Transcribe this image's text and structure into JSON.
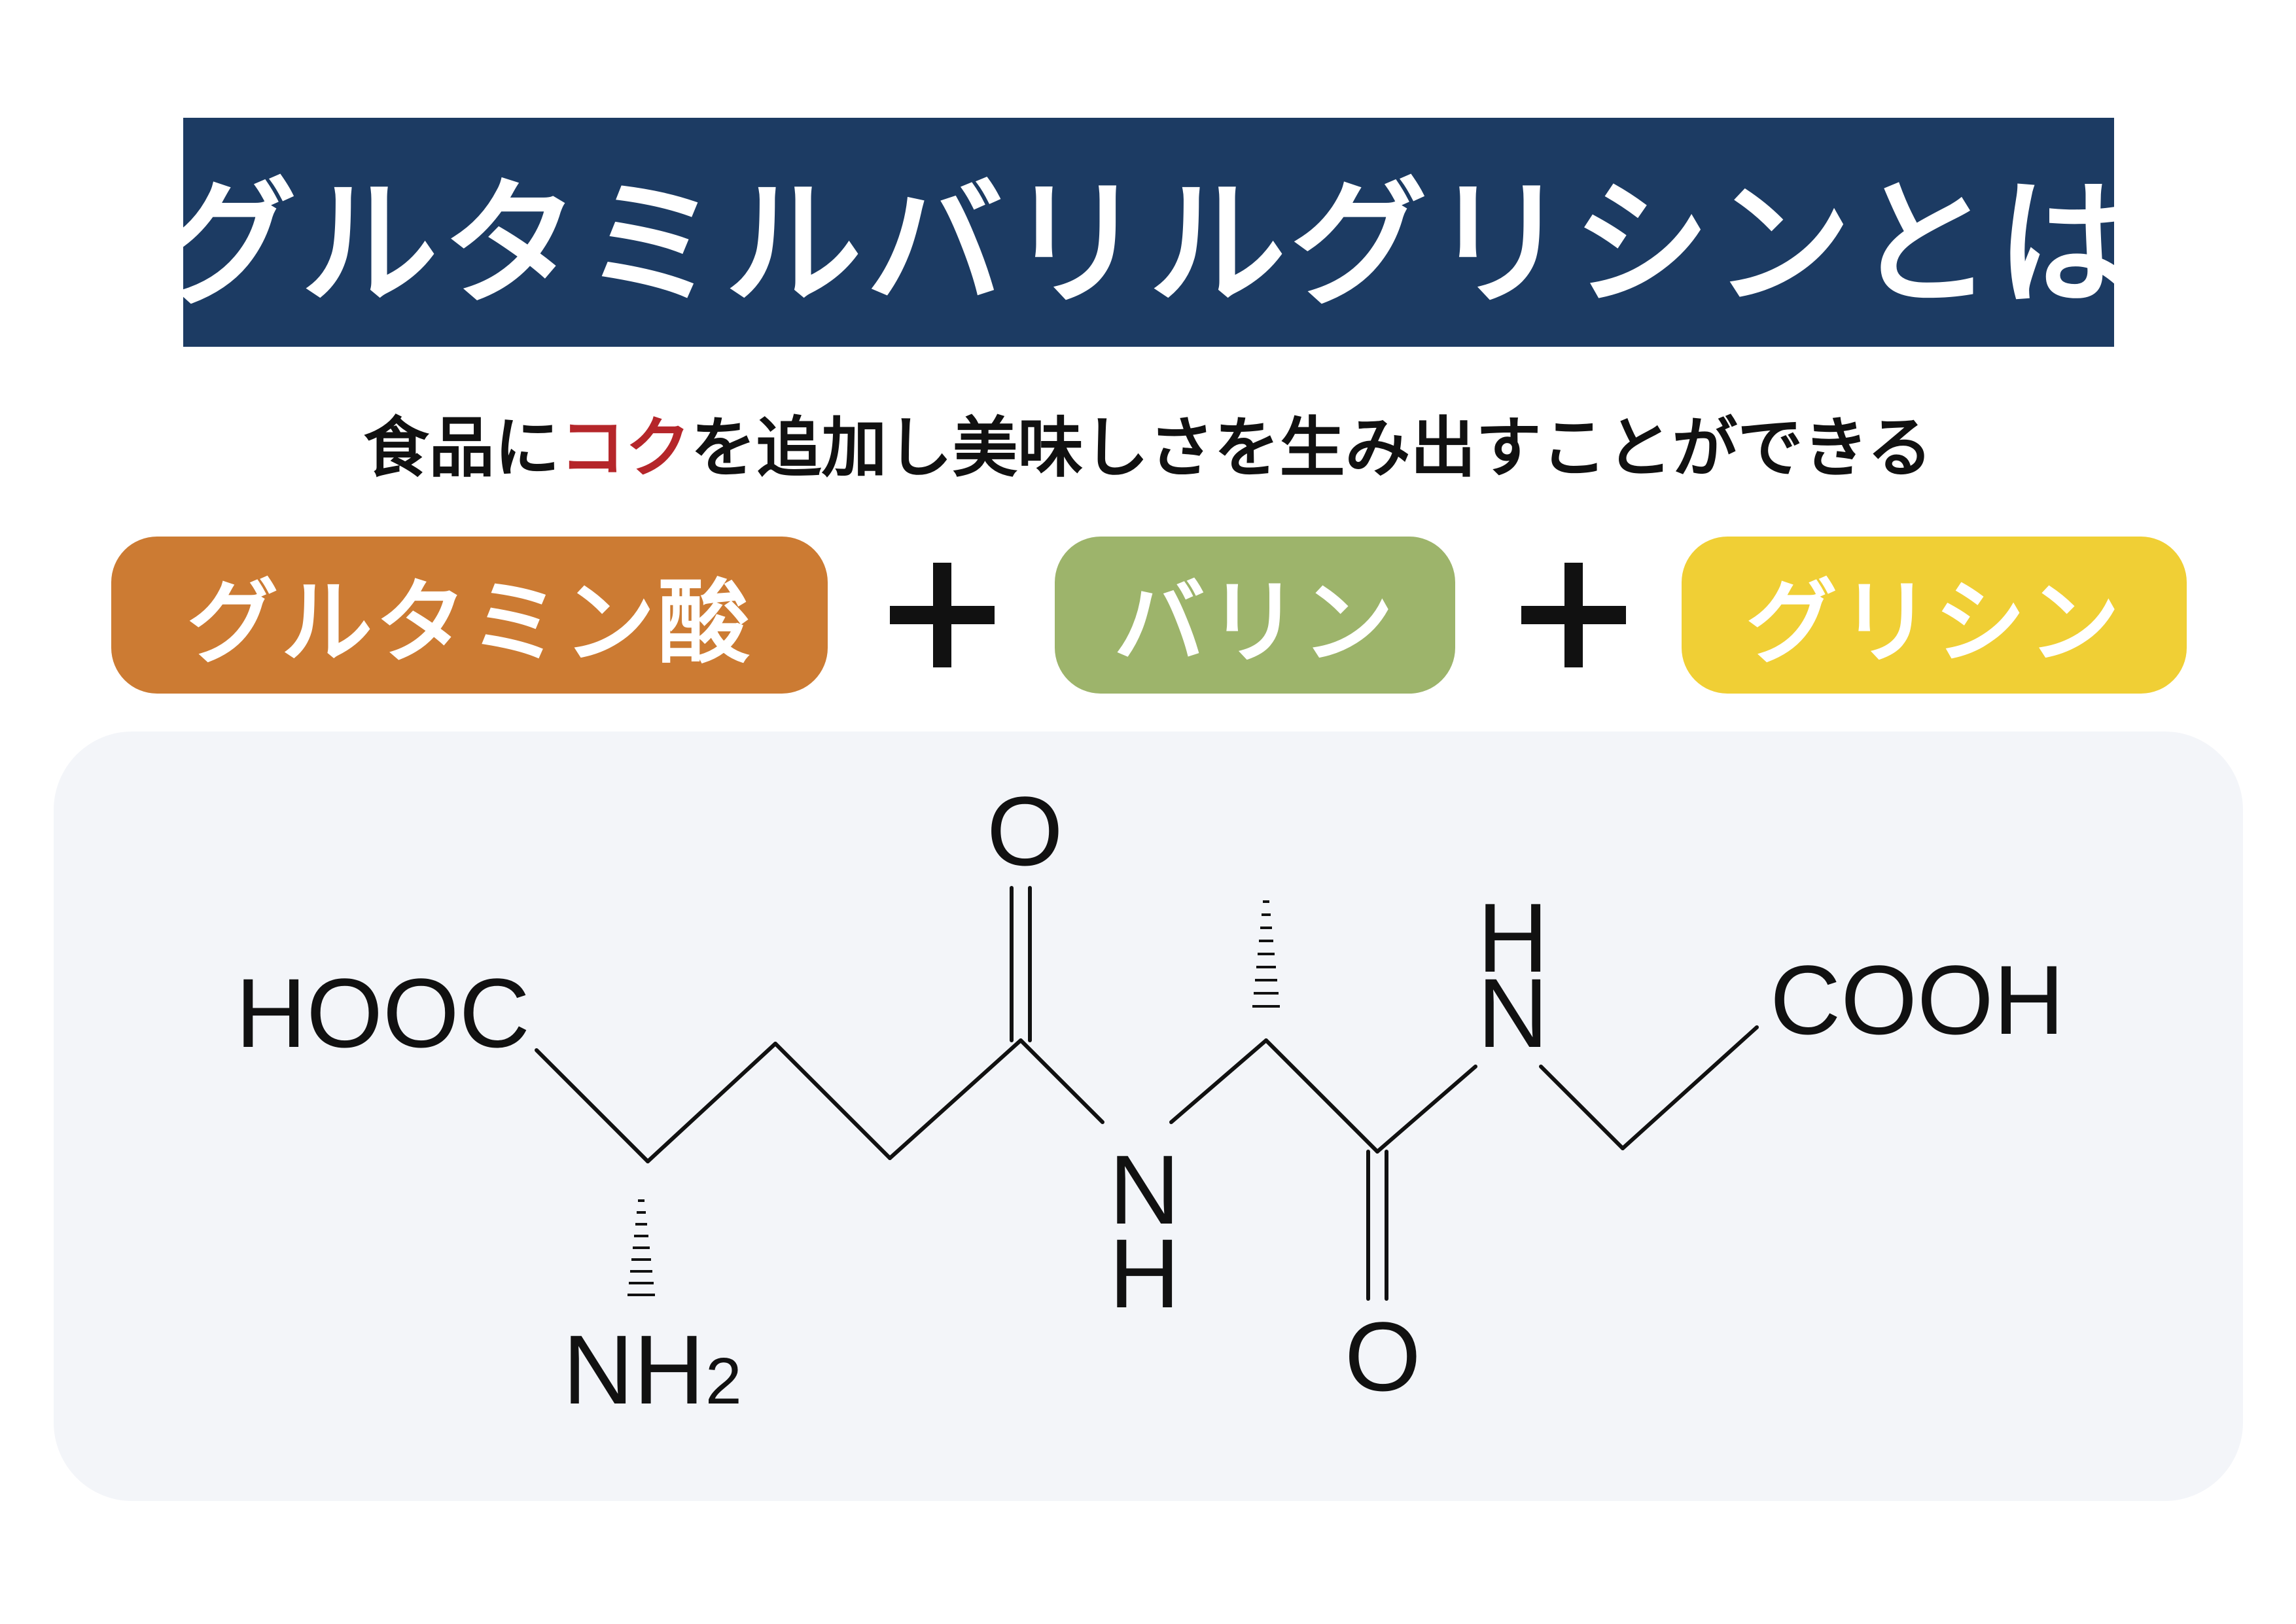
{
  "title": "グルタミルバリルグリシンとは",
  "subtitle": {
    "before": "食品に",
    "highlight": "コク",
    "after": "を追加し美味しさを生み出すことができる"
  },
  "components": [
    {
      "label": "グルタミン酸",
      "color": "#cc7b33"
    },
    {
      "label": "バリン",
      "color": "#9db46b"
    },
    {
      "label": "グリシン",
      "color": "#f0cf35"
    }
  ],
  "colors": {
    "title_background": "#1c3b63",
    "highlight": "#b5262a",
    "panel_background": "#f3f5f9"
  },
  "structure": {
    "labels": {
      "hooc": "HOOC",
      "nh2": "NH",
      "nh2_subscript": "2",
      "oxygen_top": "O",
      "oxygen_bottom": "O",
      "amide1_n": "N",
      "amide1_h": "H",
      "amide2_h": "H",
      "amide2_n": "N",
      "cooh": "COOH"
    }
  }
}
